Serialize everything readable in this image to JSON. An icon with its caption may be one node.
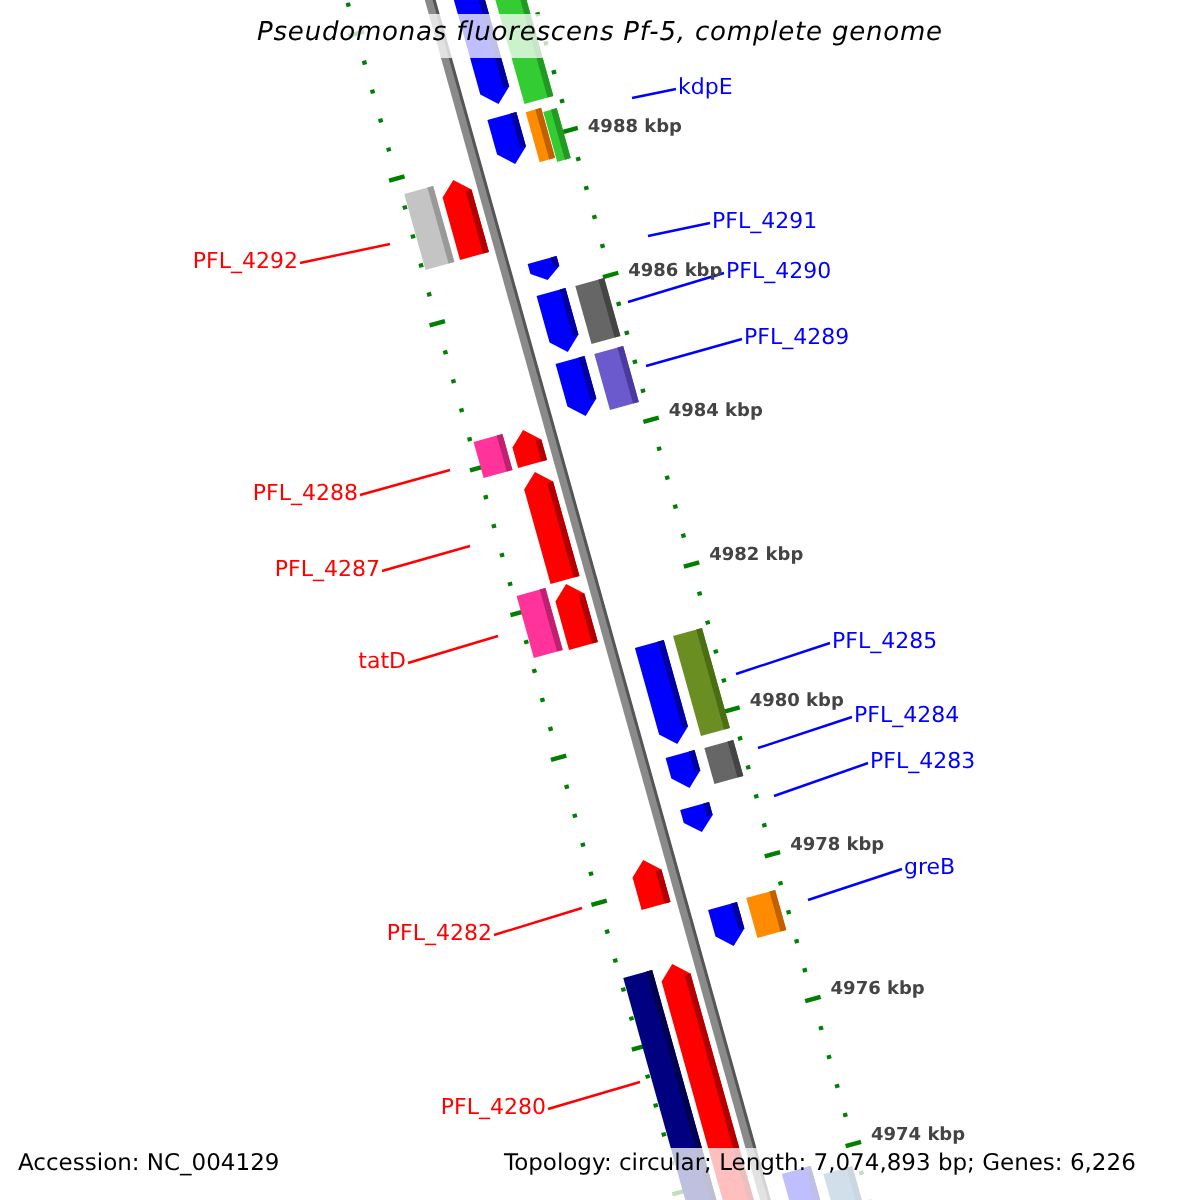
{
  "diagram": {
    "title": "Pseudomonas fluorescens Pf-5, complete genome",
    "nodes": [
      {
        "text": [
          "kdpE"
        ]
      },
      {
        "text": [
          "PFL_4291"
        ]
      },
      {
        "text": [
          "PFL_4292"
        ]
      },
      {
        "text": [
          "PFL_4290"
        ]
      },
      {
        "text": [
          "PFL_4289"
        ]
      },
      {
        "text": [
          "PFL_4288"
        ]
      },
      {
        "text": [
          "PFL_4287"
        ]
      },
      {
        "text": [
          "PFL_4285"
        ]
      },
      {
        "text": [
          "tatD"
        ]
      },
      {
        "text": [
          "PFL_4284"
        ]
      },
      {
        "text": [
          "PFL_4283"
        ]
      },
      {
        "text": [
          "greB"
        ]
      },
      {
        "text": [
          "PFL_4282"
        ]
      },
      {
        "text": [
          "PFL_4280"
        ]
      }
    ],
    "edges": [
      {
        "from": 0,
        "to": null,
        "arrow": "none"
      },
      {
        "from": 1,
        "to": null,
        "arrow": "none"
      },
      {
        "from": 2,
        "to": null,
        "arrow": "none",
        "color": "#ff0000"
      },
      {
        "from": 3,
        "to": null,
        "arrow": "none"
      },
      {
        "from": 4,
        "to": null,
        "arrow": "none"
      },
      {
        "from": 5,
        "to": null,
        "arrow": "none",
        "color": "#ff0000"
      },
      {
        "from": 6,
        "to": null,
        "arrow": "none",
        "color": "#ff0000"
      },
      {
        "from": 7,
        "to": null,
        "arrow": "none"
      },
      {
        "from": 8,
        "to": null,
        "arrow": "none",
        "color": "#ff0000"
      },
      {
        "from": 9,
        "to": null,
        "arrow": "none"
      },
      {
        "from": 10,
        "to": null,
        "arrow": "none"
      },
      {
        "from": 11,
        "to": null,
        "arrow": "none"
      },
      {
        "from": 12,
        "to": null,
        "arrow": "none",
        "color": "#ff0000"
      },
      {
        "from": 13,
        "to": null,
        "arrow": "none",
        "color": "#ff0000"
      }
    ],
    "labels": [
      "4988 kbp",
      "4986 kbp",
      "4984 kbp",
      "4982 kbp",
      "4980 kbp",
      "4978 kbp",
      "4976 kbp",
      "4974 kbp",
      "Accession: NC_004129",
      "Topology: circular; Length: 7,074,893 bp; Genes: 6,226"
    ]
  }
}
